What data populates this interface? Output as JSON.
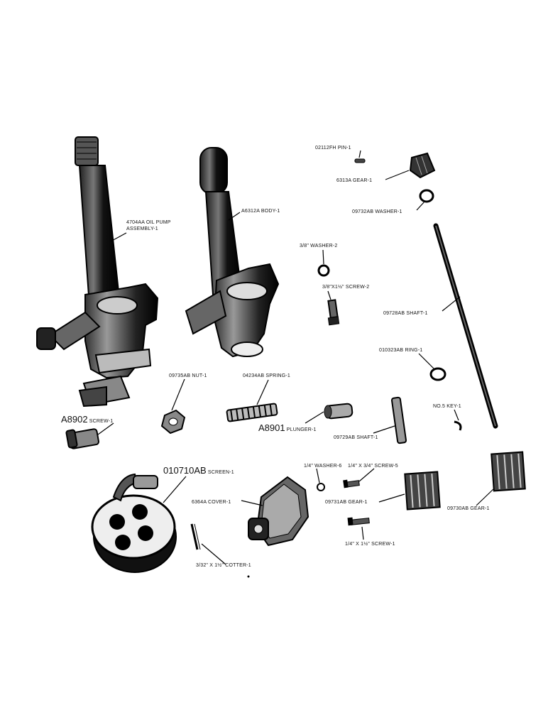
{
  "parts": {
    "oil_pump_assembly": {
      "lines": [
        "4704AA OIL PUMP",
        "ASSEMBLY-1"
      ]
    },
    "body": "A6312A BODY-1",
    "pin": "02112FH PIN-1",
    "gear_6313a": "6313A GEAR-1",
    "washer_09732ab": "09732AB WASHER-1",
    "washer_3_8": "3/8\" WASHER-2",
    "screw_3_8": "3/8\"X1½\" SCREW-2",
    "shaft_09728ab": "09728AB SHAFT-1",
    "ring": "010323AB RING-1",
    "nut": "09735AB NUT-1",
    "spring": "04234AB SPRING-1",
    "screw_a8902": {
      "code": "A8902",
      "text": "SCREW-1"
    },
    "plunger": {
      "code": "A8901",
      "text": "PLUNGER-1"
    },
    "key": "NO.5 KEY-1",
    "shaft_09729ab": "09729AB SHAFT-1",
    "screen": {
      "code": "010710AB",
      "text": "SCREEN-1"
    },
    "cover": "6364A COVER-1",
    "washer_1_4": "1/4\" WASHER-6",
    "screw_1_4_3_4": "1/4\" X 3/4\" SCREW-5",
    "gear_09731ab": "09731AB GEAR-1",
    "gear_09730ab": "09730AB GEAR-1",
    "screw_1_4_1_5": "1/4\" X 1½\" SCREW-1",
    "cotter": "3/32\" X 1½\" COTTER-1"
  }
}
